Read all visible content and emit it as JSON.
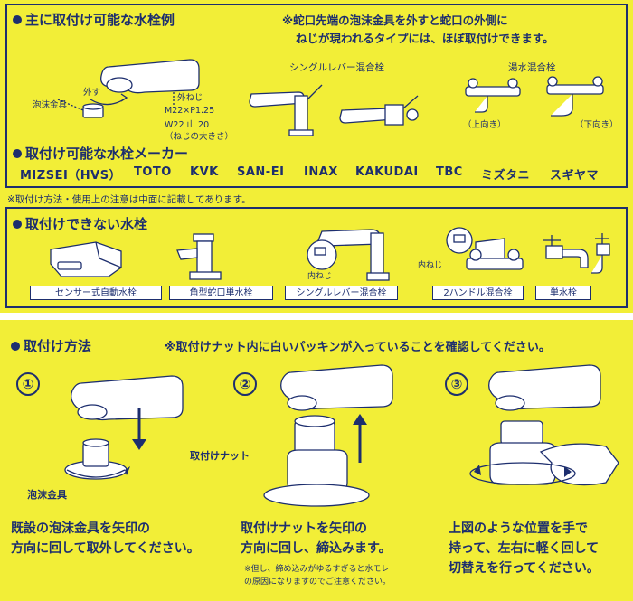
{
  "top": {
    "main_faucets_heading": "主に取付け可能な水栓例",
    "note_line1": "※蛇口先端の泡沫金具を外すと蛇口の外側に",
    "note_line2": "ねじが現われるタイプには、ほぼ取付けできます。",
    "label_remove": "外す",
    "label_aerator": "泡沫金具",
    "label_outer_thread": "外ねじ",
    "thread_spec1": "M22×P1.25",
    "thread_spec2": "W22 山 20",
    "thread_spec3": "（ねじの大きさ）",
    "single_lever": "シングルレバー混合栓",
    "hot_cold": "湯水混合栓",
    "upward": "（上向き）",
    "downward": "（下向き）",
    "makers_heading": "取付け可能な水栓メーカー",
    "makers": [
      "MIZSEI（HVS）",
      "TOTO",
      "KVK",
      "SAN-EI",
      "INAX",
      "KAKUDAI",
      "TBC",
      "ミズタニ",
      "スギヤマ"
    ]
  },
  "middle_note": "※取付け方法・使用上の注意は中面に記載してあります。",
  "not_compatible": {
    "heading": "取付けできない水栓",
    "inner_thread": "内ねじ",
    "inner_thread2": "内ねじ",
    "labels": [
      "センサー式自動水栓",
      "角型蛇口単水栓",
      "シングルレバー混合栓",
      "2ハンドル混合栓",
      "単水栓"
    ]
  },
  "install": {
    "heading": "取付け方法",
    "note": "※取付けナット内に白いパッキンが入っていることを確認してください。",
    "step_numbers": [
      "①",
      "②",
      "③"
    ],
    "aerator_label": "泡沫金具",
    "nut_label": "取付けナット",
    "step1_line1": "既設の泡沫金具を矢印の",
    "step1_line2": "方向に回して取外してください。",
    "step2_line1": "取付けナットを矢印の",
    "step2_line2": "方向に回し、締込みます。",
    "step2_note1": "※但し、締め込みがゆるすぎると水モレ",
    "step2_note2": "の原因になりますのでご注意ください。",
    "step3_line1": "上図のような位置を手で",
    "step3_line2": "持って、左右に軽く回して",
    "step3_line3": "切替えを行ってください。"
  },
  "colors": {
    "panel": "#f2ee37",
    "ink": "#1d2e6e"
  }
}
